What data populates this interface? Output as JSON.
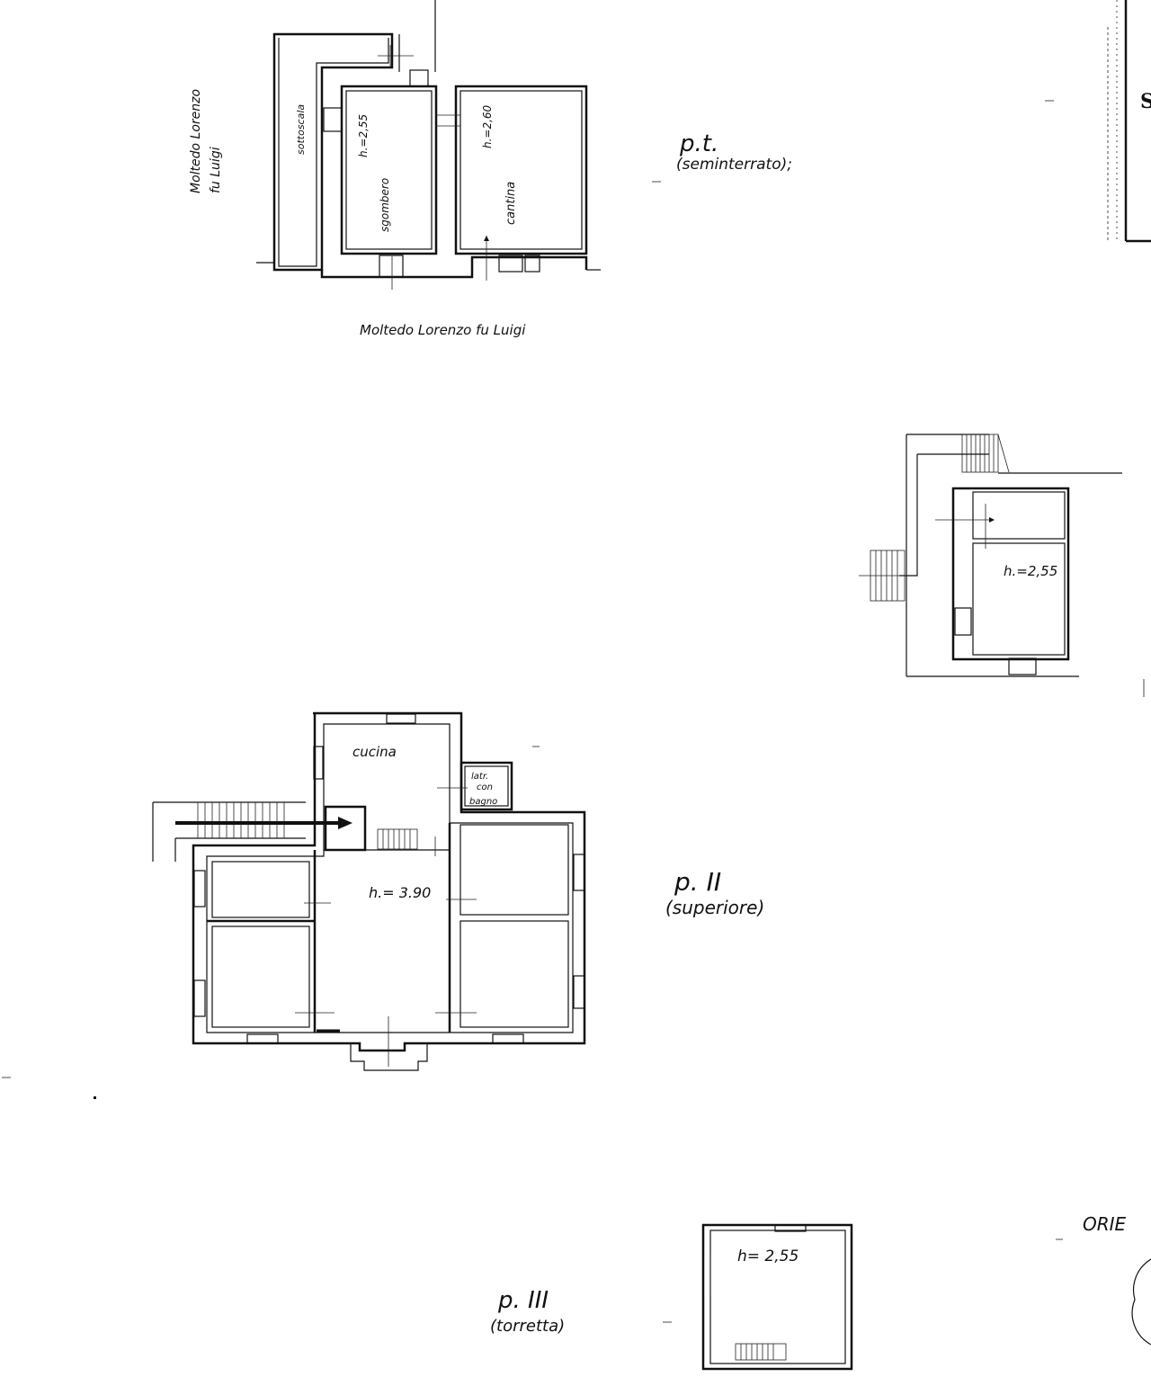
{
  "sheet": {
    "edge_letter": "S",
    "orientation_label": "ORIE"
  },
  "ground_floor": {
    "title": "p.t.",
    "subtitle": "(seminterrato);",
    "neighbor_left": [
      "Moltedo Lorenzo",
      "fu Luigi"
    ],
    "neighbor_bottom": "Moltedo Lorenzo fu Luigi",
    "rooms": {
      "corridor": "sottoscala",
      "storage_height": "h.=2,55",
      "storage_name": "sgombero",
      "cellar_height": "h.=2,60",
      "cellar_name": "cantina"
    }
  },
  "annex": {
    "height": "h.=2,55"
  },
  "second_floor": {
    "title": "p. II",
    "subtitle": "(superiore)",
    "rooms": {
      "kitchen": "cucina",
      "bath_line1": "latr.",
      "bath_line2": "con",
      "bath_line3": "bagno",
      "hall_height": "h.= 3.90"
    }
  },
  "third_floor": {
    "title": "p. III",
    "subtitle": "(torretta)",
    "rooms": {
      "tower_height": "h= 2,55"
    }
  }
}
